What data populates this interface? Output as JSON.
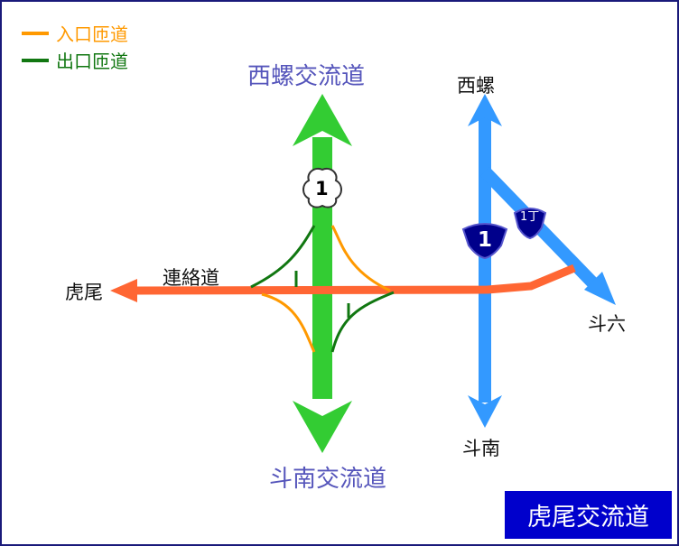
{
  "legend": {
    "entrance": {
      "label": "入口匝道",
      "color": "#ff9900"
    },
    "exit": {
      "label": "出口匝道",
      "color": "#117711"
    }
  },
  "highways": {
    "national_1": {
      "shield": "1",
      "north": "西螺交流道",
      "south": "斗南交流道",
      "color": "#33cc33"
    },
    "provincial_1": {
      "shield": "1",
      "north": "西螺",
      "south": "斗南",
      "color": "#3399ff"
    },
    "provincial_1ding": {
      "shield": "1丁",
      "end": "斗六",
      "color": "#3399ff"
    }
  },
  "connector": {
    "label": "連絡道",
    "west_end": "虎尾",
    "color": "#ff6633"
  },
  "title": "虎尾交流道"
}
